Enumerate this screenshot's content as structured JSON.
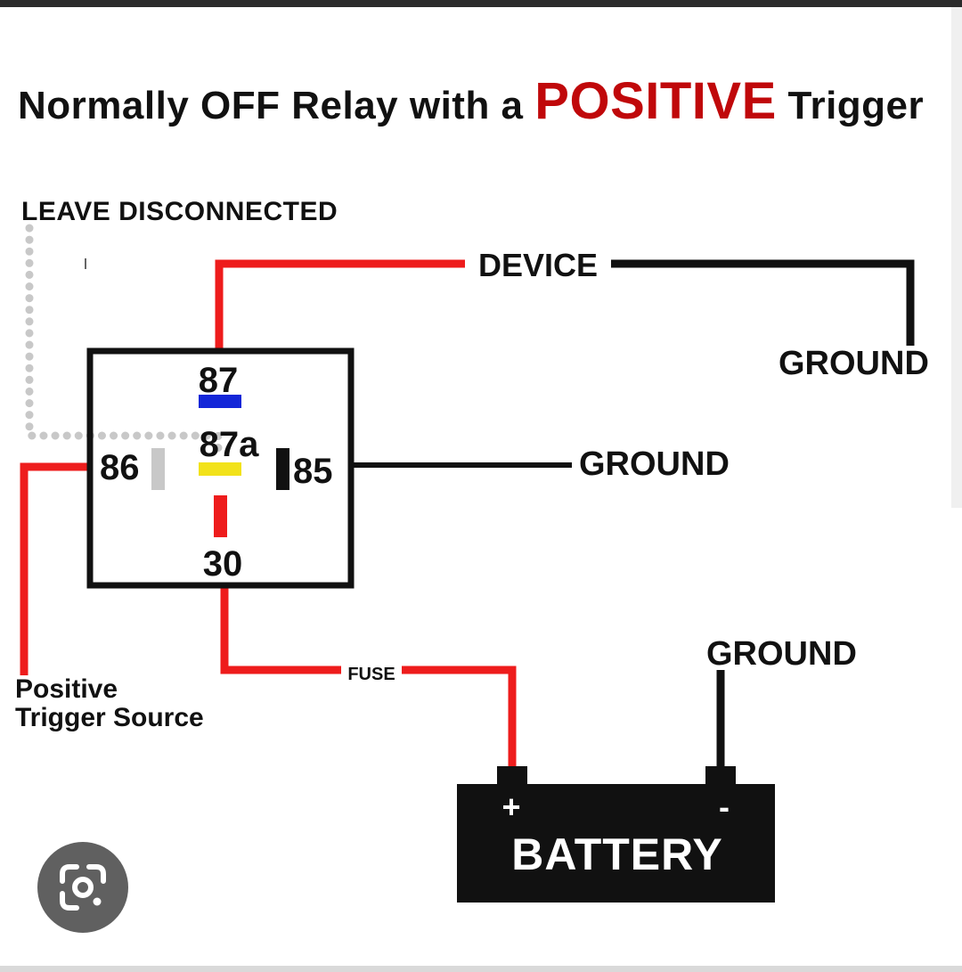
{
  "title": {
    "prefix": "Normally OFF Relay with a ",
    "highlight": "POSITIVE",
    "suffix": " Trigger"
  },
  "labels": {
    "leave_disconnected": "LEAVE DISCONNECTED",
    "device": "DEVICE",
    "ground_device": "GROUND",
    "ground_85": "GROUND",
    "ground_battery": "GROUND",
    "fuse": "FUSE",
    "positive": "Positive",
    "trigger_source": "Trigger Source",
    "battery": "BATTERY",
    "battery_plus": "+",
    "battery_minus": "-"
  },
  "relay": {
    "pin_87": "87",
    "pin_87a": "87a",
    "pin_86": "86",
    "pin_85": "85",
    "pin_30": "30"
  },
  "colors": {
    "positive_wire": "#ee1c1c",
    "ground_wire": "#111111",
    "disconnected_wire": "#c8c8c8",
    "pin_87_marker": "#1326d8",
    "pin_87a_marker": "#f2e21a",
    "pin_30_marker": "#ee1c1c",
    "title_highlight": "#c0080a"
  },
  "icons": {
    "lens": "google-lens-icon"
  }
}
